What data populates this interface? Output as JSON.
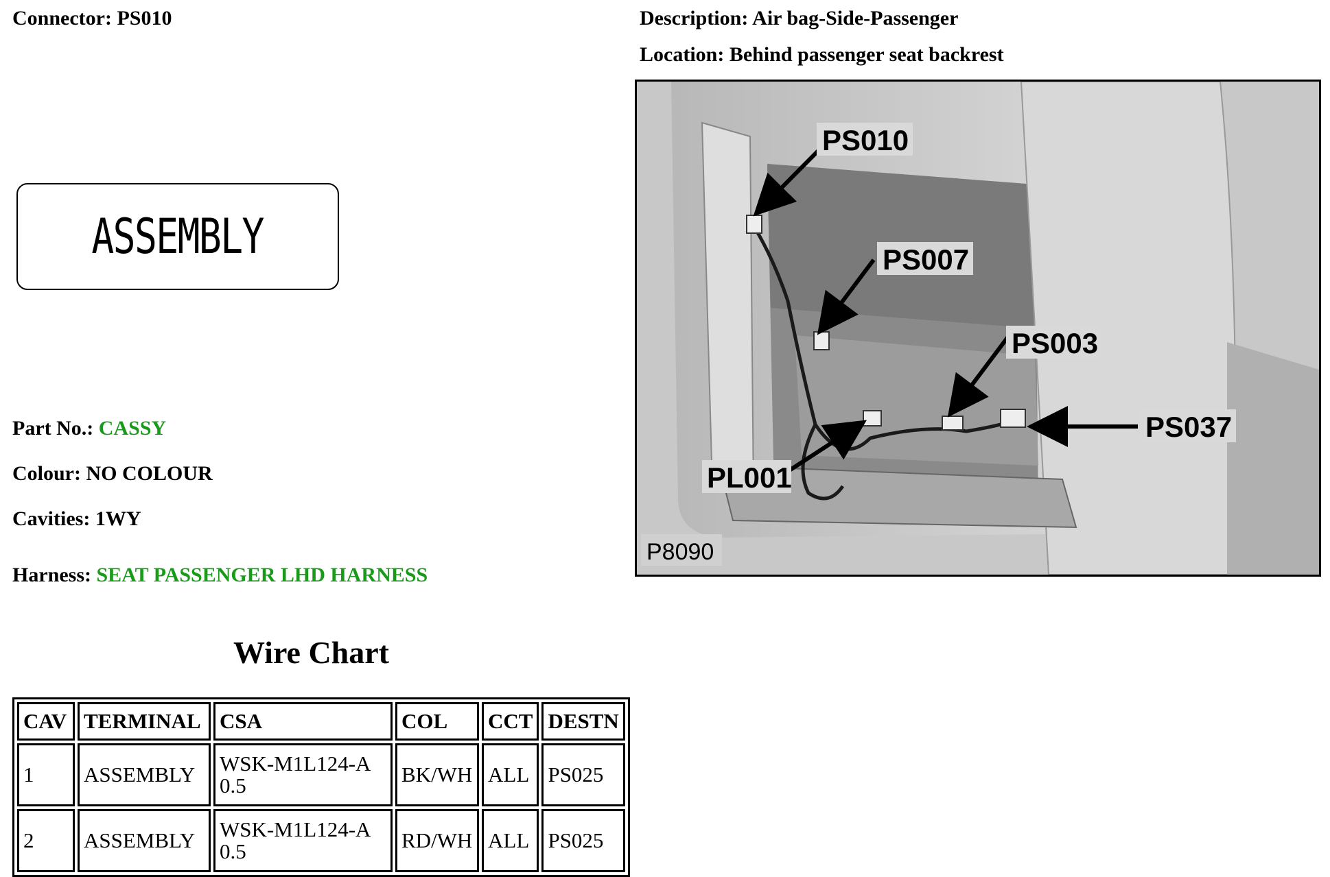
{
  "connector": {
    "label": "Connector:",
    "value": "PS010"
  },
  "description": {
    "label": "Description:",
    "value": "Air bag-Side-Passenger"
  },
  "location": {
    "label": "Location:",
    "value": "Behind passenger seat backrest"
  },
  "assembly_box": "ASSEMBLY",
  "part_no": {
    "label": "Part No.:",
    "value": "CASSY"
  },
  "colour": {
    "label": "Colour:",
    "value": "NO COLOUR"
  },
  "cavities": {
    "label": "Cavities:",
    "value": "1WY"
  },
  "harness": {
    "label": "Harness:",
    "value": "SEAT PASSENGER LHD HARNESS"
  },
  "link_color": "#1a9a1a",
  "wire_chart": {
    "title": "Wire Chart",
    "headers": [
      "CAV",
      "TERMINAL",
      "CSA",
      "COL",
      "CCT",
      "DESTN"
    ],
    "rows": [
      {
        "cav": "1",
        "terminal": "ASSEMBLY",
        "csa_line1": "WSK-M1L124-A",
        "csa_line2": "0.5",
        "col": "BK/WH",
        "cct": "ALL",
        "destn": "PS025"
      },
      {
        "cav": "2",
        "terminal": "ASSEMBLY",
        "csa_line1": "WSK-M1L124-A",
        "csa_line2": "0.5",
        "col": "RD/WH",
        "cct": "ALL",
        "destn": "PS025"
      }
    ]
  },
  "photo": {
    "callouts": [
      "PS010",
      "PS007",
      "PS003",
      "PS037",
      "PL001"
    ],
    "figure_id": "P8090"
  }
}
